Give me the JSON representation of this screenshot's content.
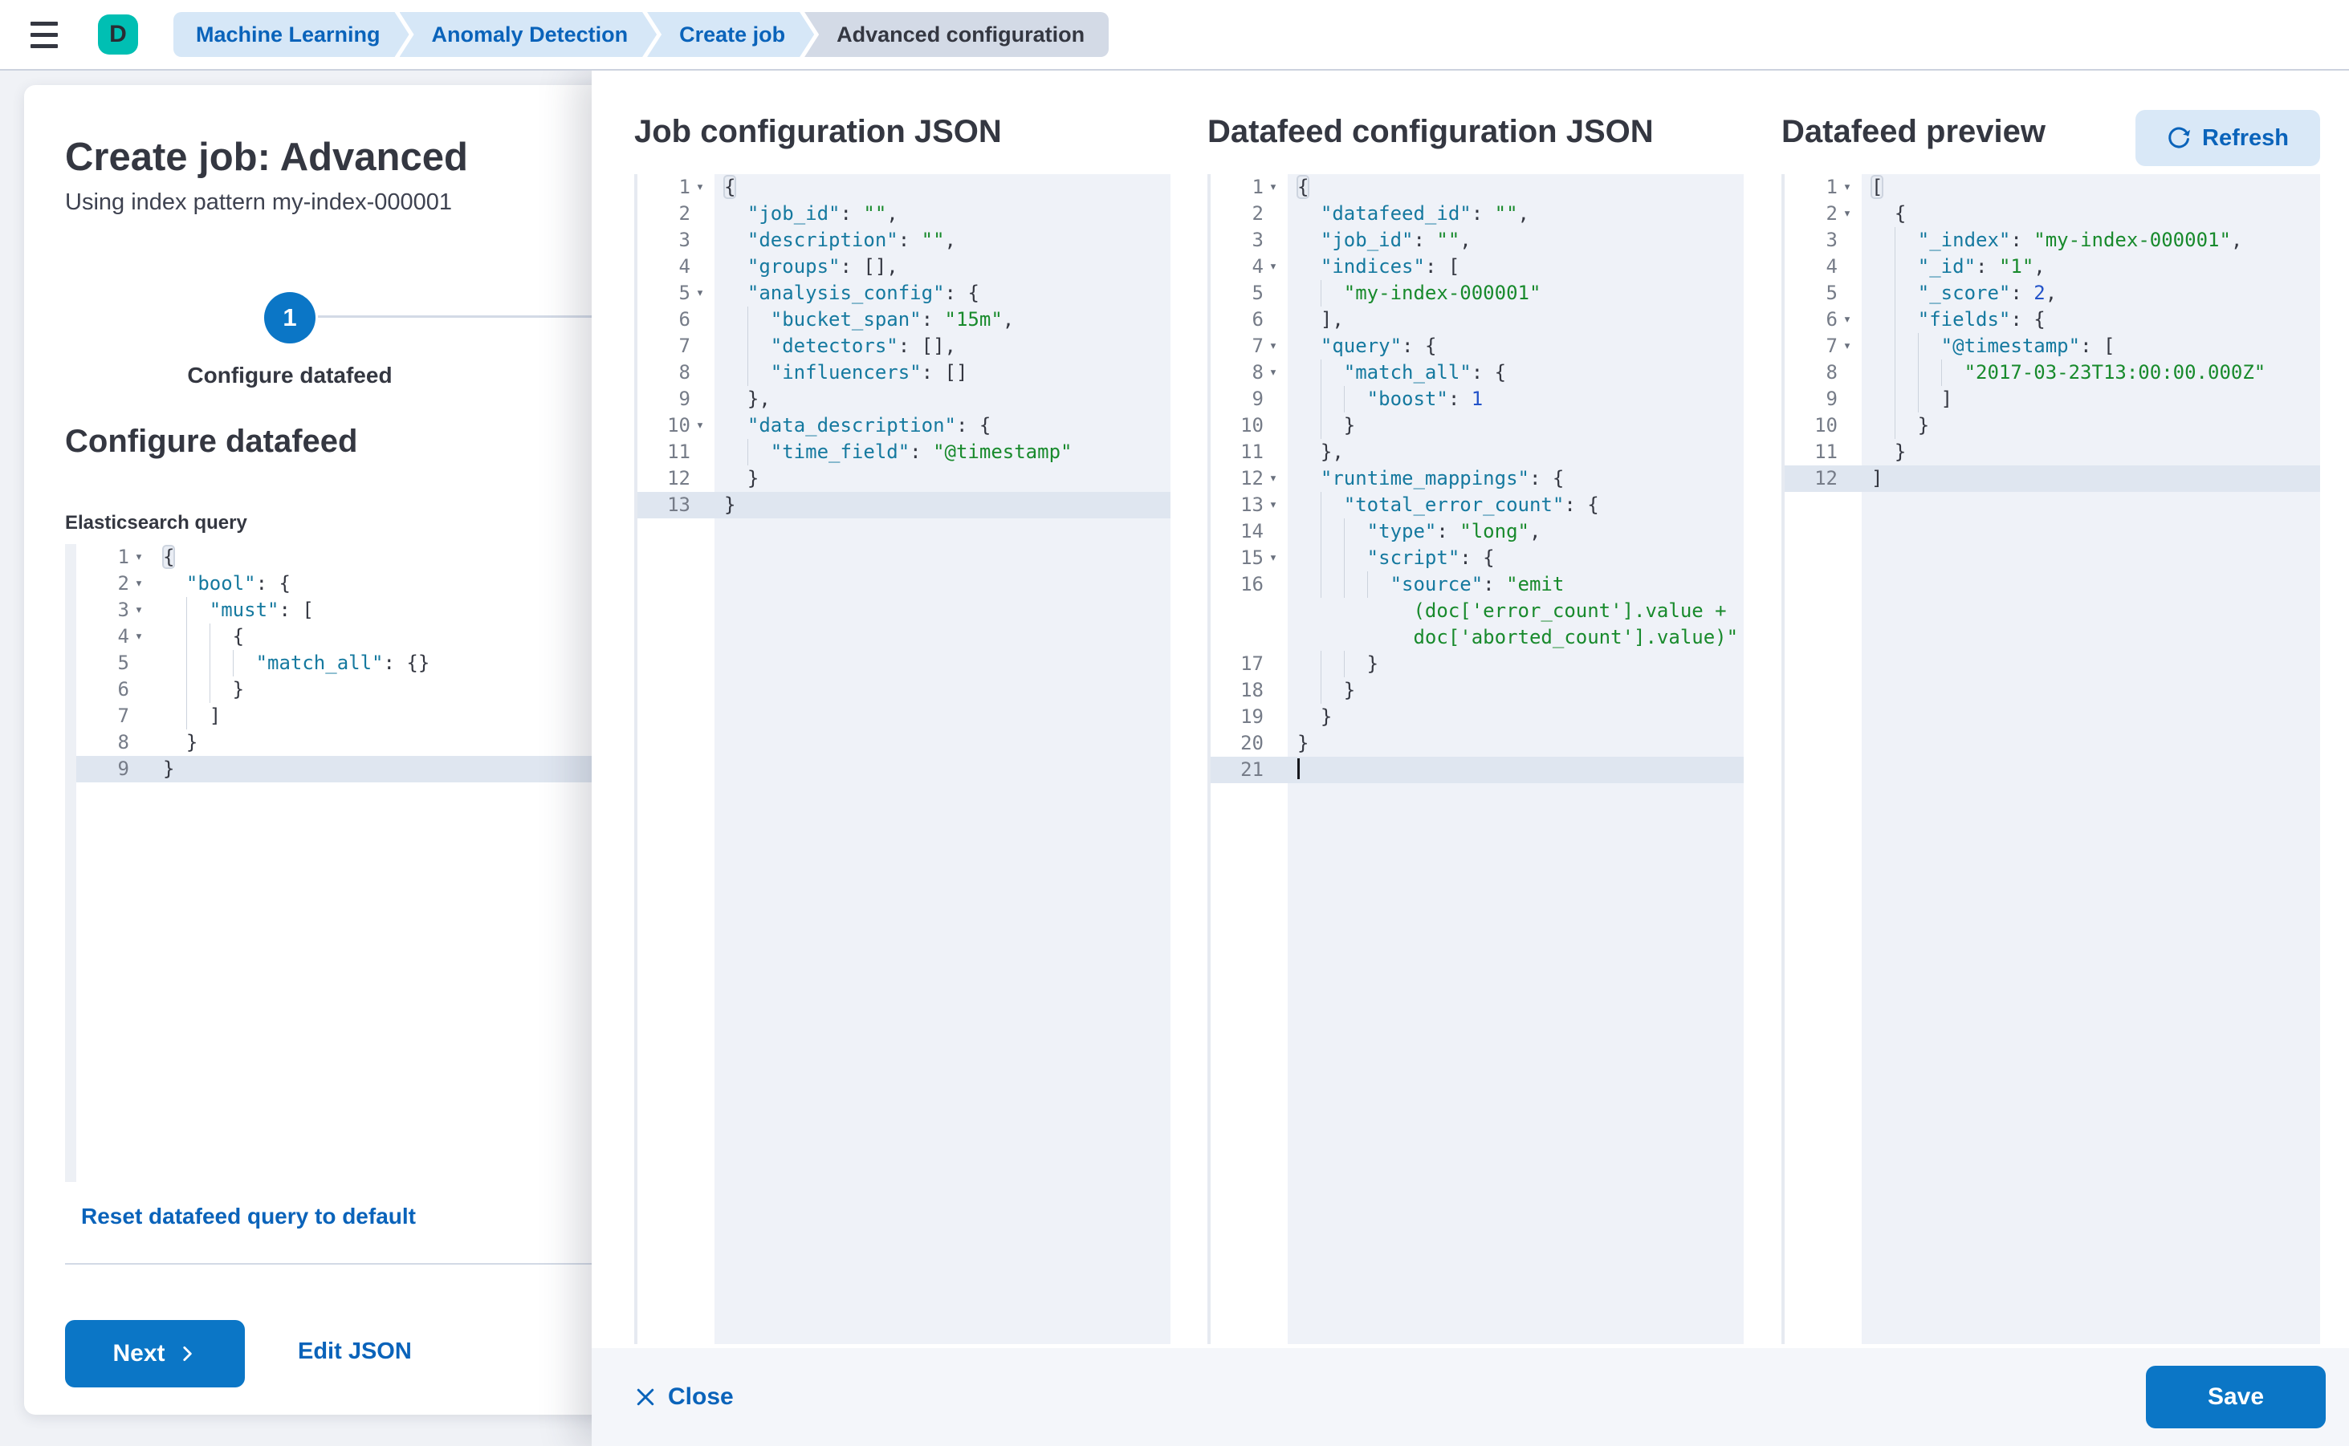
{
  "colors": {
    "primary": "#0b76c6",
    "link": "#0a63ba",
    "avatar_green": "#00bfb3",
    "key": "#15799f",
    "string": "#188a2c",
    "number": "#2353c9"
  },
  "header": {
    "avatar": "D",
    "breadcrumbs": [
      "Machine Learning",
      "Anomaly Detection",
      "Create job",
      "Advanced configuration"
    ]
  },
  "panel": {
    "title": "Create job: Advanced",
    "subtitle": "Using index pattern my-index-000001",
    "step_number": "1",
    "step_label": "Configure datafeed",
    "section_heading": "Configure datafeed",
    "query_label": "Elasticsearch query",
    "reset_link": "Reset datafeed query to default",
    "next_label": "Next",
    "edit_json_label": "Edit JSON"
  },
  "flyout": {
    "columns": [
      {
        "title": "Job configuration JSON"
      },
      {
        "title": "Datafeed configuration JSON"
      },
      {
        "title": "Datafeed preview"
      }
    ],
    "refresh_label": "Refresh",
    "close_label": "Close",
    "save_label": "Save"
  },
  "editors": {
    "query": {
      "lines": [
        {
          "n": 1,
          "fold": true,
          "brk": true,
          "indent": 0,
          "segs": [
            [
              "{",
              "pn"
            ]
          ]
        },
        {
          "n": 2,
          "fold": true,
          "indent": 1,
          "segs": [
            [
              "\"bool\"",
              "ky"
            ],
            [
              ": ",
              "pn"
            ],
            [
              "{",
              "pn"
            ]
          ]
        },
        {
          "n": 3,
          "fold": true,
          "indent": 2,
          "segs": [
            [
              "\"must\"",
              "ky"
            ],
            [
              ": ",
              "pn"
            ],
            [
              "[",
              "pn"
            ]
          ]
        },
        {
          "n": 4,
          "fold": true,
          "indent": 3,
          "segs": [
            [
              "{",
              "pn"
            ]
          ]
        },
        {
          "n": 5,
          "indent": 4,
          "segs": [
            [
              "\"match_all\"",
              "ky"
            ],
            [
              ": ",
              "pn"
            ],
            [
              "{}",
              "pn"
            ]
          ]
        },
        {
          "n": 6,
          "indent": 3,
          "segs": [
            [
              "}",
              "pn"
            ]
          ]
        },
        {
          "n": 7,
          "indent": 2,
          "segs": [
            [
              "]",
              "pn"
            ]
          ]
        },
        {
          "n": 8,
          "indent": 1,
          "segs": [
            [
              "}",
              "pn"
            ]
          ]
        },
        {
          "n": 9,
          "active": true,
          "indent": 0,
          "segs": [
            [
              "}",
              "pn"
            ]
          ]
        }
      ]
    },
    "job": {
      "lines": [
        {
          "n": 1,
          "fold": true,
          "brk": true,
          "indent": 0,
          "segs": [
            [
              "{",
              "pn"
            ]
          ]
        },
        {
          "n": 2,
          "indent": 1,
          "segs": [
            [
              "\"job_id\"",
              "ky"
            ],
            [
              ": ",
              "pn"
            ],
            [
              "\"\"",
              "st"
            ],
            [
              ",",
              "pn"
            ]
          ]
        },
        {
          "n": 3,
          "indent": 1,
          "segs": [
            [
              "\"description\"",
              "ky"
            ],
            [
              ": ",
              "pn"
            ],
            [
              "\"\"",
              "st"
            ],
            [
              ",",
              "pn"
            ]
          ]
        },
        {
          "n": 4,
          "indent": 1,
          "segs": [
            [
              "\"groups\"",
              "ky"
            ],
            [
              ": ",
              "pn"
            ],
            [
              "[],",
              "pn"
            ]
          ]
        },
        {
          "n": 5,
          "fold": true,
          "indent": 1,
          "segs": [
            [
              "\"analysis_config\"",
              "ky"
            ],
            [
              ": ",
              "pn"
            ],
            [
              "{",
              "pn"
            ]
          ]
        },
        {
          "n": 6,
          "indent": 2,
          "segs": [
            [
              "\"bucket_span\"",
              "ky"
            ],
            [
              ": ",
              "pn"
            ],
            [
              "\"15m\"",
              "st"
            ],
            [
              ",",
              "pn"
            ]
          ]
        },
        {
          "n": 7,
          "indent": 2,
          "segs": [
            [
              "\"detectors\"",
              "ky"
            ],
            [
              ": ",
              "pn"
            ],
            [
              "[],",
              "pn"
            ]
          ]
        },
        {
          "n": 8,
          "indent": 2,
          "segs": [
            [
              "\"influencers\"",
              "ky"
            ],
            [
              ": ",
              "pn"
            ],
            [
              "[]",
              "pn"
            ]
          ]
        },
        {
          "n": 9,
          "indent": 1,
          "segs": [
            [
              "},",
              "pn"
            ]
          ]
        },
        {
          "n": 10,
          "fold": true,
          "indent": 1,
          "segs": [
            [
              "\"data_description\"",
              "ky"
            ],
            [
              ": ",
              "pn"
            ],
            [
              "{",
              "pn"
            ]
          ]
        },
        {
          "n": 11,
          "indent": 2,
          "segs": [
            [
              "\"time_field\"",
              "ky"
            ],
            [
              ": ",
              "pn"
            ],
            [
              "\"@timestamp\"",
              "st"
            ]
          ]
        },
        {
          "n": 12,
          "indent": 1,
          "segs": [
            [
              "}",
              "pn"
            ]
          ]
        },
        {
          "n": 13,
          "active": true,
          "indent": 0,
          "segs": [
            [
              "}",
              "pn"
            ]
          ]
        }
      ]
    },
    "datafeed": {
      "lines": [
        {
          "n": 1,
          "fold": true,
          "brk": true,
          "indent": 0,
          "segs": [
            [
              "{",
              "pn"
            ]
          ]
        },
        {
          "n": 2,
          "indent": 1,
          "segs": [
            [
              "\"datafeed_id\"",
              "ky"
            ],
            [
              ": ",
              "pn"
            ],
            [
              "\"\"",
              "st"
            ],
            [
              ",",
              "pn"
            ]
          ]
        },
        {
          "n": 3,
          "indent": 1,
          "segs": [
            [
              "\"job_id\"",
              "ky"
            ],
            [
              ": ",
              "pn"
            ],
            [
              "\"\"",
              "st"
            ],
            [
              ",",
              "pn"
            ]
          ]
        },
        {
          "n": 4,
          "fold": true,
          "indent": 1,
          "segs": [
            [
              "\"indices\"",
              "ky"
            ],
            [
              ": ",
              "pn"
            ],
            [
              "[",
              "pn"
            ]
          ]
        },
        {
          "n": 5,
          "indent": 2,
          "segs": [
            [
              "\"my-index-000001\"",
              "st"
            ]
          ]
        },
        {
          "n": 6,
          "indent": 1,
          "segs": [
            [
              "],",
              "pn"
            ]
          ]
        },
        {
          "n": 7,
          "fold": true,
          "indent": 1,
          "segs": [
            [
              "\"query\"",
              "ky"
            ],
            [
              ": ",
              "pn"
            ],
            [
              "{",
              "pn"
            ]
          ]
        },
        {
          "n": 8,
          "fold": true,
          "indent": 2,
          "segs": [
            [
              "\"match_all\"",
              "ky"
            ],
            [
              ": ",
              "pn"
            ],
            [
              "{",
              "pn"
            ]
          ]
        },
        {
          "n": 9,
          "indent": 3,
          "segs": [
            [
              "\"boost\"",
              "ky"
            ],
            [
              ": ",
              "pn"
            ],
            [
              "1",
              "nu"
            ]
          ]
        },
        {
          "n": 10,
          "indent": 2,
          "segs": [
            [
              "}",
              "pn"
            ]
          ]
        },
        {
          "n": 11,
          "indent": 1,
          "segs": [
            [
              "},",
              "pn"
            ]
          ]
        },
        {
          "n": 12,
          "fold": true,
          "indent": 1,
          "segs": [
            [
              "\"runtime_mappings\"",
              "ky"
            ],
            [
              ": ",
              "pn"
            ],
            [
              "{",
              "pn"
            ]
          ]
        },
        {
          "n": 13,
          "fold": true,
          "indent": 2,
          "segs": [
            [
              "\"total_error_count\"",
              "ky"
            ],
            [
              ": ",
              "pn"
            ],
            [
              "{",
              "pn"
            ]
          ]
        },
        {
          "n": 14,
          "indent": 3,
          "segs": [
            [
              "\"type\"",
              "ky"
            ],
            [
              ": ",
              "pn"
            ],
            [
              "\"long\"",
              "st"
            ],
            [
              ",",
              "pn"
            ]
          ]
        },
        {
          "n": 15,
          "fold": true,
          "indent": 3,
          "segs": [
            [
              "\"script\"",
              "ky"
            ],
            [
              ": ",
              "pn"
            ],
            [
              "{",
              "pn"
            ]
          ]
        },
        {
          "n": 16,
          "indent": 4,
          "segs": [
            [
              "\"source\"",
              "ky"
            ],
            [
              ": ",
              "pn"
            ],
            [
              "\"emit",
              "st"
            ]
          ],
          "wraps": [
            [
              "(doc['error_count'].value +",
              "st"
            ],
            [
              "doc['aborted_count'].value)\"",
              "st"
            ]
          ]
        },
        {
          "n": 17,
          "indent": 3,
          "segs": [
            [
              "}",
              "pn"
            ]
          ]
        },
        {
          "n": 18,
          "indent": 2,
          "segs": [
            [
              "}",
              "pn"
            ]
          ]
        },
        {
          "n": 19,
          "indent": 1,
          "segs": [
            [
              "}",
              "pn"
            ]
          ]
        },
        {
          "n": 20,
          "indent": 0,
          "segs": [
            [
              "}",
              "pn"
            ]
          ]
        },
        {
          "n": 21,
          "active": true,
          "cursor": true,
          "indent": 0,
          "segs": []
        }
      ]
    },
    "preview": {
      "lines": [
        {
          "n": 1,
          "fold": true,
          "brk": true,
          "indent": 0,
          "segs": [
            [
              "[",
              "pn"
            ]
          ]
        },
        {
          "n": 2,
          "fold": true,
          "indent": 1,
          "segs": [
            [
              "{",
              "pn"
            ]
          ]
        },
        {
          "n": 3,
          "indent": 2,
          "segs": [
            [
              "\"_index\"",
              "ky"
            ],
            [
              ": ",
              "pn"
            ],
            [
              "\"my-index-000001\"",
              "st"
            ],
            [
              ",",
              "pn"
            ]
          ]
        },
        {
          "n": 4,
          "indent": 2,
          "segs": [
            [
              "\"_id\"",
              "ky"
            ],
            [
              ": ",
              "pn"
            ],
            [
              "\"1\"",
              "st"
            ],
            [
              ",",
              "pn"
            ]
          ]
        },
        {
          "n": 5,
          "indent": 2,
          "segs": [
            [
              "\"_score\"",
              "ky"
            ],
            [
              ": ",
              "pn"
            ],
            [
              "2",
              "nu"
            ],
            [
              ",",
              "pn"
            ]
          ]
        },
        {
          "n": 6,
          "fold": true,
          "indent": 2,
          "segs": [
            [
              "\"fields\"",
              "ky"
            ],
            [
              ": ",
              "pn"
            ],
            [
              "{",
              "pn"
            ]
          ]
        },
        {
          "n": 7,
          "fold": true,
          "indent": 3,
          "segs": [
            [
              "\"@timestamp\"",
              "ky"
            ],
            [
              ": ",
              "pn"
            ],
            [
              "[",
              "pn"
            ]
          ]
        },
        {
          "n": 8,
          "indent": 4,
          "segs": [
            [
              "\"2017-03-23T13:00:00.000Z\"",
              "st"
            ]
          ]
        },
        {
          "n": 9,
          "indent": 3,
          "segs": [
            [
              "]",
              "pn"
            ]
          ]
        },
        {
          "n": 10,
          "indent": 2,
          "segs": [
            [
              "}",
              "pn"
            ]
          ]
        },
        {
          "n": 11,
          "indent": 1,
          "segs": [
            [
              "}",
              "pn"
            ]
          ]
        },
        {
          "n": 12,
          "active": true,
          "indent": 0,
          "segs": [
            [
              "]",
              "pn"
            ]
          ]
        }
      ]
    }
  }
}
